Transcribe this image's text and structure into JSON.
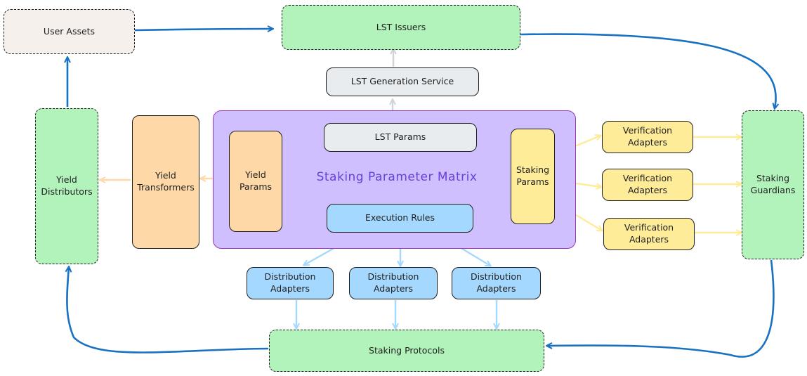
{
  "diagram": {
    "user_assets": "User Assets",
    "lst_issuers": "LST Issuers",
    "lst_generation_service": "LST Generation Service",
    "lst_params": "LST Params",
    "matrix_title": "Staking Parameter Matrix",
    "yield_params": "Yield\nParams",
    "staking_params": "Staking\nParams",
    "execution_rules": "Execution Rules",
    "yield_transformers": "Yield\nTransformers",
    "yield_distributors": "Yield\nDistributors",
    "verification_adapters": [
      "Verification\nAdapters",
      "Verification\nAdapters",
      "Verification\nAdapters"
    ],
    "staking_guardians": "Staking\nGuardians",
    "distribution_adapters": [
      "Distribution\nAdapters",
      "Distribution\nAdapters",
      "Distribution\nAdapters"
    ],
    "staking_protocols": "Staking Protocols"
  },
  "colors": {
    "green": "#b2f2bb",
    "beige": "#f5f0ec",
    "grey": "#e9ecef",
    "purple": "#d0bfff",
    "orange": "#ffd8a8",
    "yellow": "#ffec99",
    "blue": "#a5d8ff",
    "dark_arrow": "#1971c2"
  }
}
